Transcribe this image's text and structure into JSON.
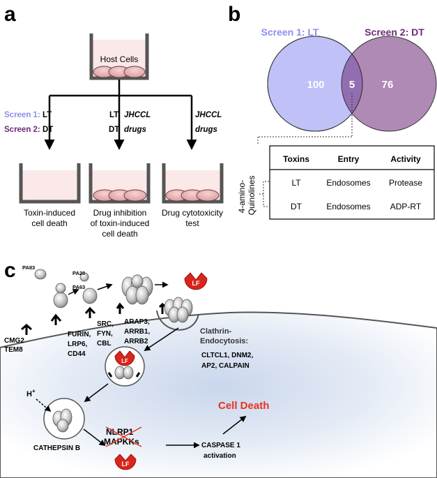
{
  "panel_a": {
    "letter": "a",
    "host_cells": "Host Cells",
    "screen1_prefix": "Screen 1:",
    "screen1_suffix": " LT",
    "screen2_prefix": "Screen 2:",
    "screen2_suffix": " DT",
    "mid_lt": "LT",
    "mid_dt": "DT",
    "mid_drug1": "JHCCL",
    "mid_drug2": "drugs",
    "right_drug1": "JHCCL",
    "right_drug2": "drugs",
    "caption_left_1": "Toxin-induced",
    "caption_left_2": "cell death",
    "caption_mid_1": "Drug inhibition",
    "caption_mid_2": "of toxin-induced",
    "caption_mid_3": "cell death",
    "caption_right_1": "Drug cytotoxicity",
    "caption_right_2": "test"
  },
  "panel_b": {
    "letter": "b",
    "screen1_title": "Screen 1: LT",
    "screen2_title": "Screen 2: DT",
    "only_lt": "100",
    "overlap": "5",
    "only_dt": "76",
    "quinolines_1": "4-amino-",
    "quinolines_2": "Quinolines",
    "table": {
      "headers": [
        "Toxins",
        "Entry",
        "Activity"
      ],
      "rows": [
        [
          "LT",
          "Endosomes",
          "Protease"
        ],
        [
          "DT",
          "Endosomes",
          "ADP-RT"
        ]
      ]
    },
    "colors": {
      "screen1": "#8b8ef0",
      "screen2": "#6e2a78"
    }
  },
  "panel_c": {
    "letter": "c",
    "pa83": "PA83",
    "pa20": "PA20",
    "pa63": "PA63",
    "lf": "LF",
    "cmg2": "CMG2",
    "tem8": "TEM8",
    "furin": "FURIN,",
    "lrp6": "LRP6,",
    "cd44": "CD44",
    "src": "SRC,",
    "fyn": "FYN,",
    "cbl": "CBL",
    "arap3": "ARAP3,",
    "arrb1": "ARRB1,",
    "arrb2": "ARRB2",
    "clathrin_1": "Clathrin-",
    "clathrin_2": "Endocytosis:",
    "cltcl1": "CLTCL1, DNM2,",
    "ap2": "AP2, CALPAIN",
    "h_plus": "H",
    "h_sup": "+",
    "cathepsin": "CATHEPSIN B",
    "nlrp1": "NLRP1",
    "mapkks": "MAPKKs",
    "caspase_1": "CASPASE 1",
    "caspase_2": "activation",
    "cell_death": "Cell Death",
    "colors": {
      "lf": "#d8261c",
      "cell_death": "#e8321c"
    }
  }
}
